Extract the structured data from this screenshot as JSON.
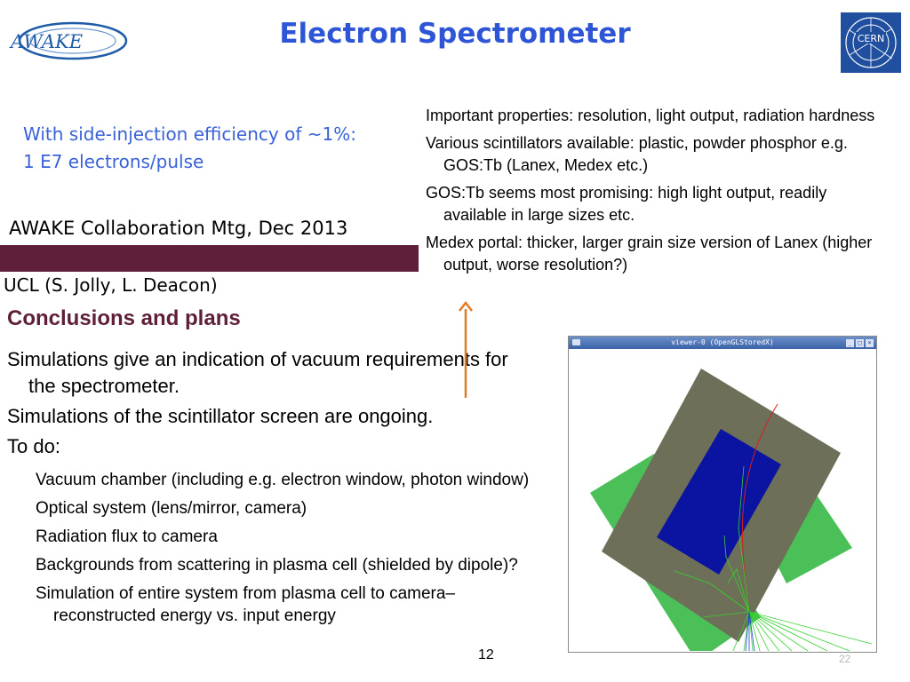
{
  "header": {
    "title": "Electron Spectrometer",
    "awake_logo_text": "AWAKE",
    "cern_logo_text": "CERN",
    "awake_color": "#1f5ca8",
    "cern_color": "#1f4f9e"
  },
  "left_note": {
    "line1": "With side-injection efficiency of ~1%:",
    "line2": "1 E7 electrons/pulse"
  },
  "meeting": "AWAKE Collaboration Mtg, Dec 2013",
  "authors": "UCL (S. Jolly, L. Deacon)",
  "conclusions": {
    "heading": "Conclusions and plans",
    "items": [
      "Simulations give an indication of vacuum requirements for the spectrometer.",
      "Simulations of the scintillator screen are ongoing.",
      "To do:"
    ],
    "todo": [
      "Vacuum chamber (including e.g. electron window, photon window)",
      "Optical system (lens/mirror, camera)",
      "Radiation flux to camera",
      "Backgrounds from scattering in plasma cell (shielded by dipole)?",
      "Simulation of entire system from plasma cell to camera– reconstructed energy vs. input energy"
    ]
  },
  "properties": [
    "Important properties: resolution, light output, radiation hardness",
    "Various scintillators available: plastic, powder phosphor e.g. GOS:Tb (Lanex, Medex etc.)",
    "GOS:Tb seems most promising: high light output, readily available in large sizes etc.",
    "Medex portal: thicker, larger grain size version of Lanex (higher output, worse resolution?)"
  ],
  "viewer": {
    "title": "viewer-0 (OpenGLStoredX)",
    "btn_min": "_",
    "btn_max": "□",
    "btn_close": "×"
  },
  "colors": {
    "title_blue": "#2d55d6",
    "maroon": "#5f1f3a",
    "arrow_orange": "#e07b24",
    "green_panel": "#4bbf58",
    "gray_panel": "#6e6f58",
    "blue_panel": "#0a14a0"
  },
  "page_number": "12",
  "page_number_ghost": "22"
}
